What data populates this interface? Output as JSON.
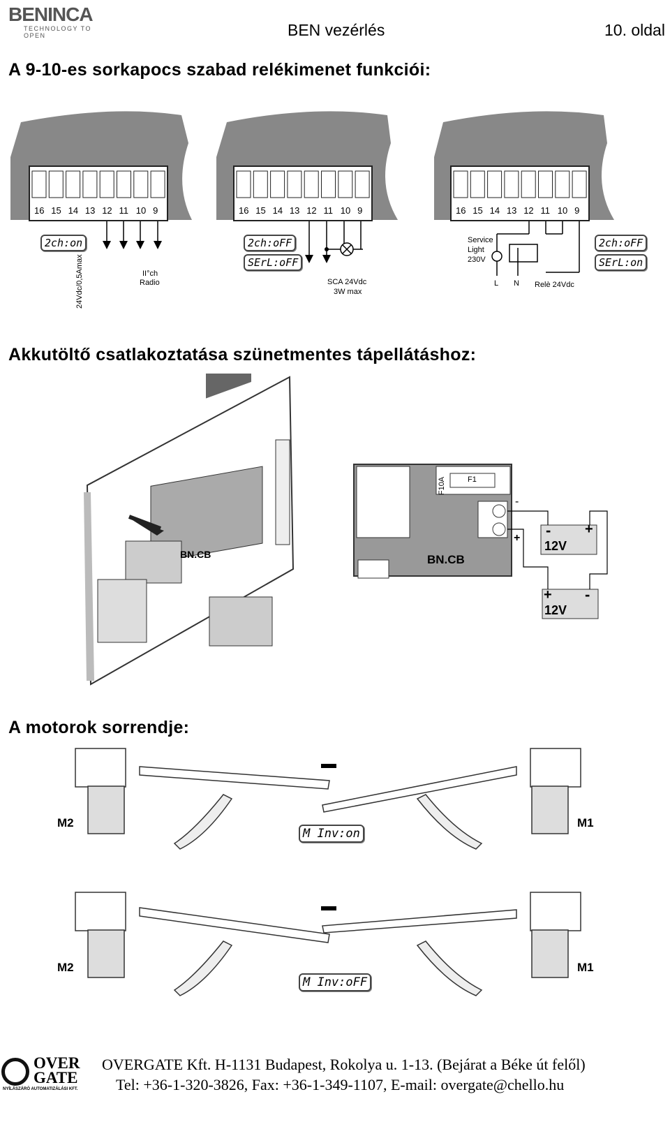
{
  "header": {
    "logo_text": "BENINCA",
    "logo_tagline": "TECHNOLOGY TO OPEN",
    "title": "BEN vezérlés",
    "page": "10. oldal"
  },
  "section1": {
    "heading": "A 9-10-es sorkapocs szabad relékimenet funkciói:",
    "terminal_numbers": [
      "16",
      "15",
      "14",
      "13",
      "12",
      "11",
      "10",
      "9"
    ],
    "panel1": {
      "lcd": "2ch:on",
      "label_vertical": "24Vdc/0,5Amax",
      "label_radio_1": "II°ch",
      "label_radio_2": "Radio"
    },
    "panel2": {
      "lcd1": "2ch:oFF",
      "lcd2": "SErL:oFF",
      "label_1": "SCA 24Vdc",
      "label_2": "3W max"
    },
    "panel3": {
      "lcd1": "2ch:oFF",
      "lcd2": "SErL:on",
      "service_1": "Service",
      "service_2": "Light",
      "service_3": "230V",
      "l": "L",
      "n": "N",
      "rele": "Relè 24Vdc"
    }
  },
  "section2": {
    "heading": "Akkutöltő csatlakoztatása szünetmentes tápellátáshoz:",
    "board_label": "BN.CB",
    "module_label": "BN.CB",
    "fuse_rating": "F10A",
    "fuse_name": "F1",
    "minus": "-",
    "plus": "+",
    "battery": "12V"
  },
  "section3": {
    "heading": "A motorok sorrendje:",
    "m1": "M1",
    "m2": "M2",
    "lcd_top": "M Inv:on",
    "lcd_bottom": "M Inv:oFF"
  },
  "footer": {
    "logo_top": "OVER",
    "logo_bottom": "GATE",
    "logo_sub": "NYÍLÁSZÁRÓ AUTOMATIZÁLÁSI KFT.",
    "line1": "OVERGATE Kft. H-1131 Budapest, Rokolya u. 1-13. (Bejárat a Béke út felől)",
    "line2": "Tel: +36-1-320-3826, Fax: +36-1-349-1107, E-mail: overgate@chello.hu"
  }
}
